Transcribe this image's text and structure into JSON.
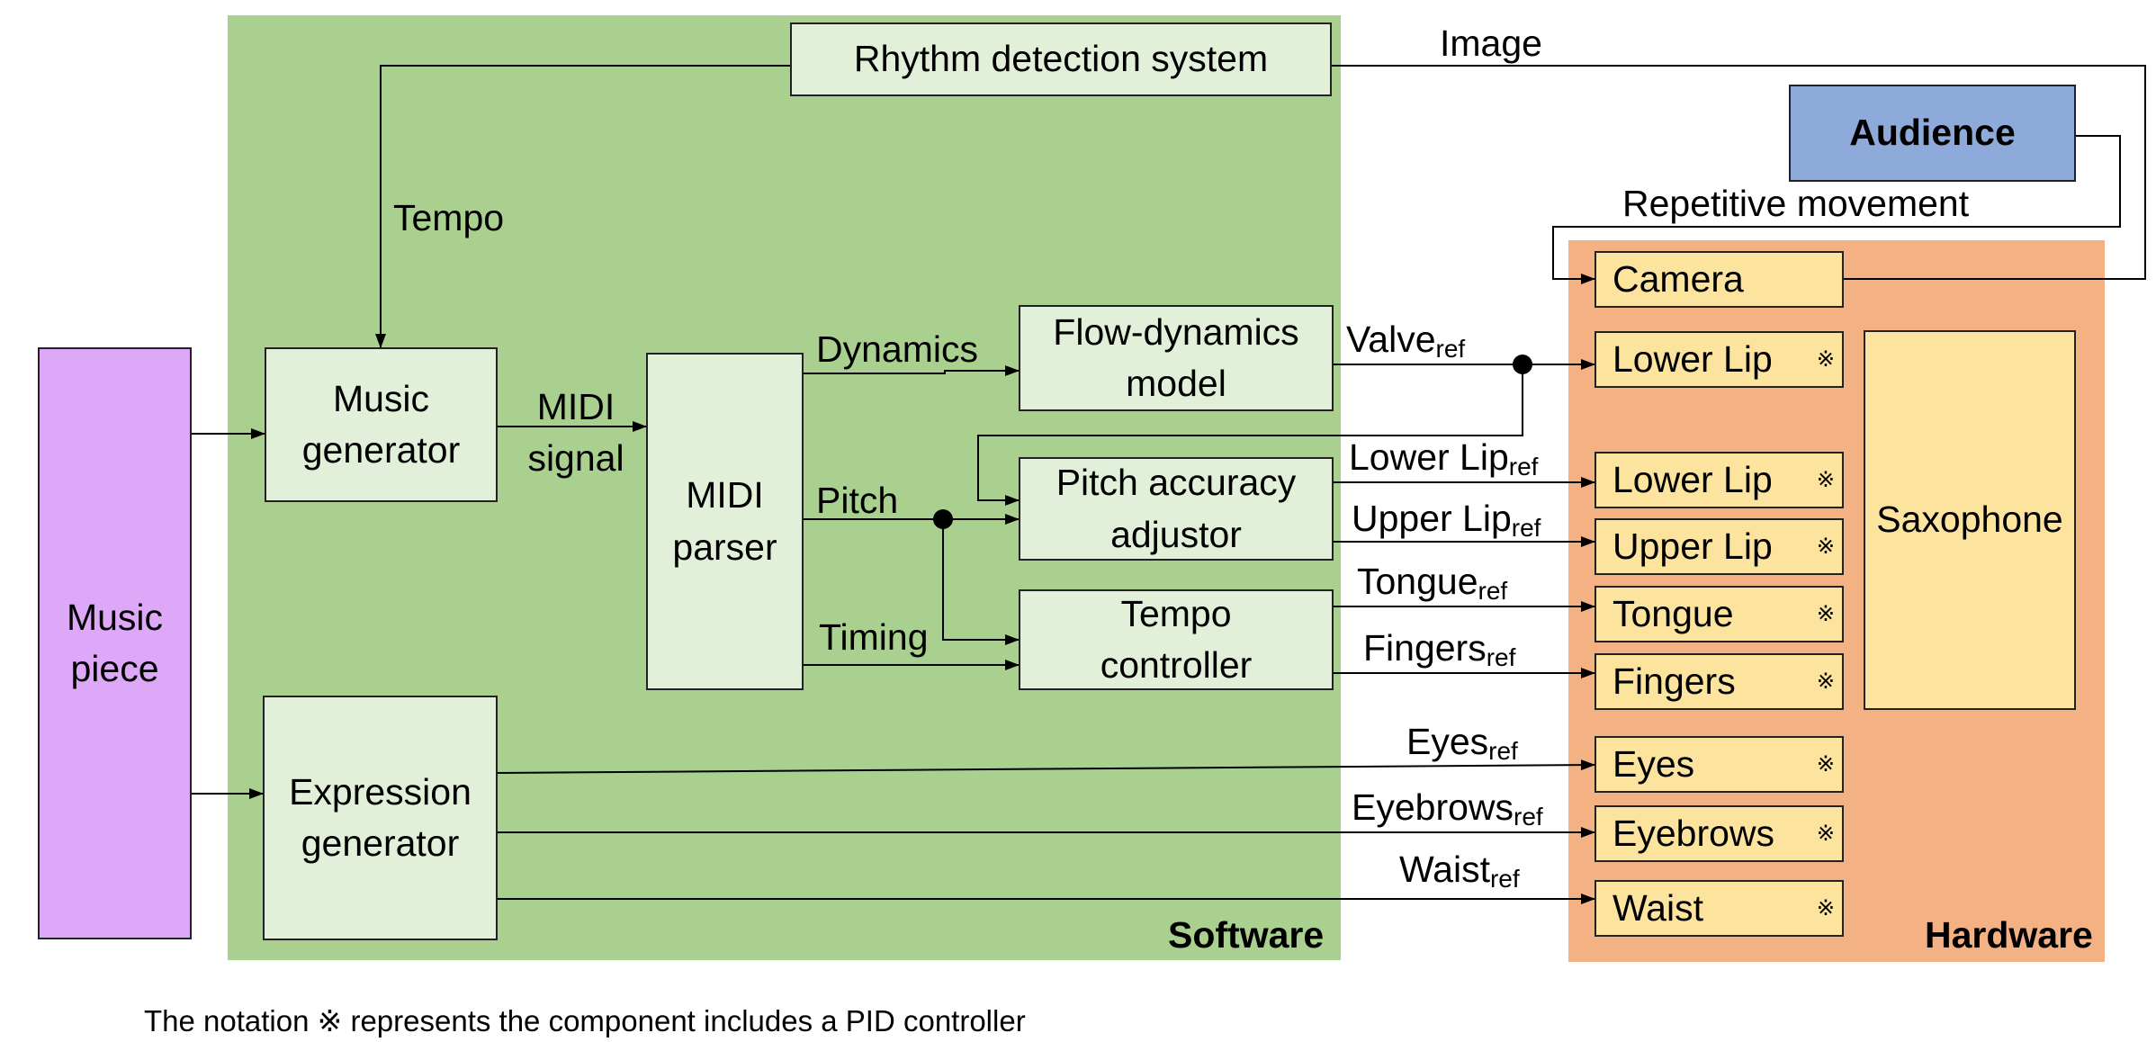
{
  "regions": {
    "software": "Software",
    "hardware": "Hardware"
  },
  "blocks": {
    "music_piece": "Music piece",
    "music_generator": "Music generator",
    "expression_generator": "Expression generator",
    "midi_parser": "MIDI parser",
    "rhythm_detection": "Rhythm detection system",
    "flow_dynamics": "Flow-dynamics model",
    "pitch_adjustor": "Pitch accuracy adjustor",
    "tempo_controller": "Tempo controller",
    "audience": "Audience",
    "saxophone": "Saxophone",
    "camera": "Camera"
  },
  "actuators": [
    {
      "label": "Lower Lip",
      "pid": true
    },
    {
      "label": "Lower Lip",
      "pid": true
    },
    {
      "label": "Upper Lip",
      "pid": true
    },
    {
      "label": "Tongue",
      "pid": true
    },
    {
      "label": "Fingers",
      "pid": true
    },
    {
      "label": "Eyes",
      "pid": true
    },
    {
      "label": "Eyebrows",
      "pid": true
    },
    {
      "label": "Waist",
      "pid": true
    }
  ],
  "pid_mark": "※",
  "signals": {
    "image": "Image",
    "tempo": "Tempo",
    "repetitive_movement": "Repetitive movement",
    "midi_signal": "MIDI signal",
    "dynamics": "Dynamics",
    "pitch": "Pitch",
    "timing": "Timing",
    "ref_suffix": "ref",
    "valve": "Valve",
    "lower_lip": "Lower Lip",
    "upper_lip": "Upper Lip",
    "tongue": "Tongue",
    "fingers": "Fingers",
    "eyes": "Eyes",
    "eyebrows": "Eyebrows",
    "waist": "Waist"
  },
  "footnote": "The notation ※ represents the component includes a PID controller",
  "colors": {
    "software_bg": "#a9d08e",
    "hardware_bg": "#f4b183",
    "block_bg": "#e2f0d9",
    "music_piece_bg": "#dda8f8",
    "audience_bg": "#8eaadb",
    "actuator_bg": "#fde49e"
  }
}
